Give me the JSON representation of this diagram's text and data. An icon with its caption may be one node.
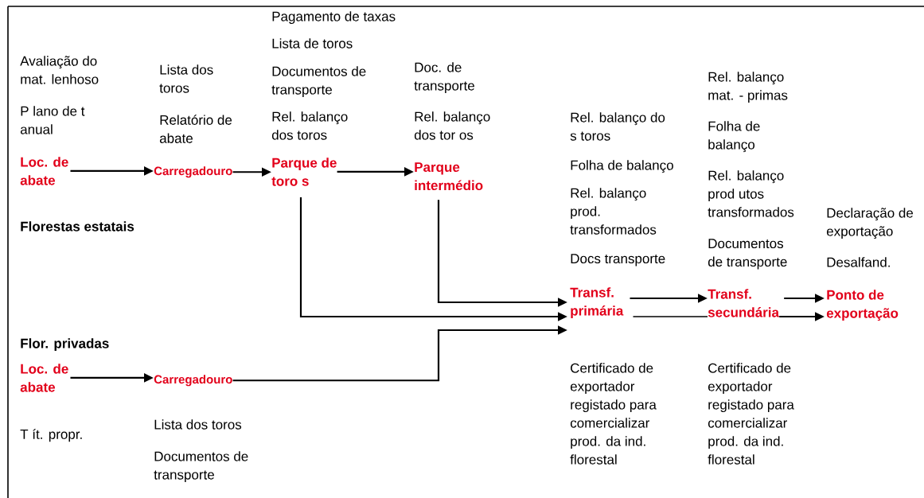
{
  "diagram": {
    "nodes": [
      {
        "text": [
          "Loc. de abate"
        ],
        "beside": [
          "Avaliação do mat. lenhoso",
          "P lano de t anual"
        ]
      },
      {
        "text": [
          "Carregadouro"
        ],
        "beside": [
          "Lista dos toros",
          "Relatório de abate"
        ]
      },
      {
        "text": [
          "Parque de toro s"
        ],
        "beside": [
          "Pagamento de taxas",
          "Lista de toros",
          "Documentos de transporte",
          "Rel. balanço dos toros"
        ]
      },
      {
        "text": [
          "Parque intermédio"
        ],
        "beside": [
          "Doc. de transporte",
          "Rel. balanço dos tor os"
        ]
      },
      {
        "text": [
          "Transf. primária"
        ],
        "beside": [
          "Rel. balanço do s toros",
          "Folha de balanço",
          "Rel. balanço prod. transformados",
          "Docs transporte",
          "Certificado de exportador registado para comercializar prod. da ind. florestal"
        ]
      },
      {
        "text": [
          "Transf. secundária"
        ],
        "beside": [
          "Rel. balanço mat. - primas",
          "Folha de balanço",
          "Rel. balanço prod utos transformados",
          "Documentos de transporte",
          "Certificado de exportador registado para comercializar prod. da ind. florestal"
        ]
      },
      {
        "text": [
          "Ponto de exportação"
        ],
        "beside": [
          "Declaração de exportação",
          "Desalfand."
        ]
      },
      {
        "text": [
          "Loc. de abate"
        ]
      },
      {
        "text": [
          "Carregadouro"
        ],
        "beside": [
          "Lista dos toros",
          "Documentos de transporte"
        ]
      }
    ],
    "edges": [
      {
        "from": 0,
        "to": 1,
        "arrow": "to"
      },
      {
        "from": 1,
        "to": 2,
        "arrow": "to"
      },
      {
        "from": 2,
        "to": 3,
        "arrow": "to"
      },
      {
        "from": 2,
        "to": 4,
        "arrow": "to"
      },
      {
        "from": 3,
        "to": 4,
        "arrow": "to"
      },
      {
        "from": 7,
        "to": 8,
        "arrow": "to"
      },
      {
        "from": 8,
        "to": 4,
        "arrow": "to"
      },
      {
        "from": 4,
        "to": 5,
        "arrow": "to"
      },
      {
        "from": 4,
        "to": 5,
        "arrow": "none"
      },
      {
        "from": 5,
        "to": 6,
        "arrow": "to"
      },
      {
        "from": 5,
        "to": 6,
        "arrow": "to"
      }
    ],
    "labels": [
      "Florestas estatais",
      "Flor. privadas",
      "T ít. propr."
    ]
  }
}
